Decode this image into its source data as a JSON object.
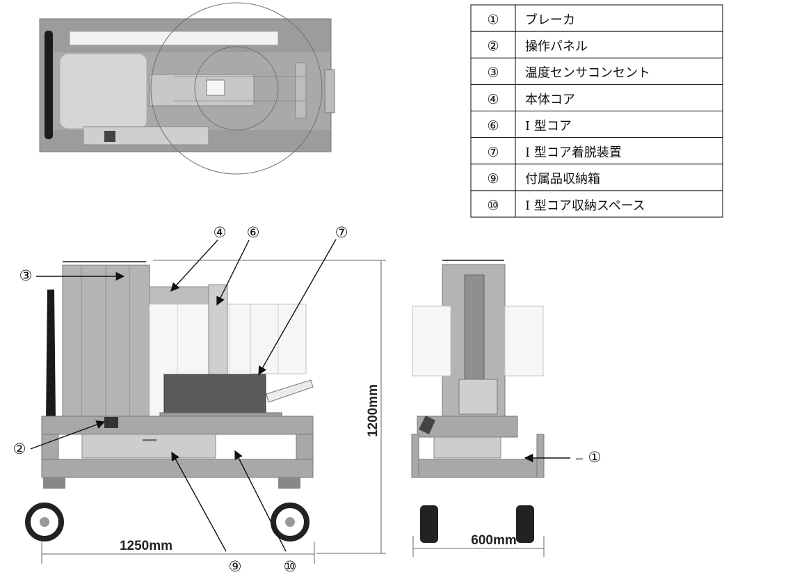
{
  "legend": [
    {
      "num": "①",
      "label": "ブレーカ"
    },
    {
      "num": "②",
      "label": "操作パネル"
    },
    {
      "num": "③",
      "label": "温度センサコンセント"
    },
    {
      "num": "④",
      "label": "本体コア"
    },
    {
      "num": "⑥",
      "label": "I 型コア"
    },
    {
      "num": "⑦",
      "label": "I 型コア着脱装置"
    },
    {
      "num": "⑨",
      "label": "付属品収納箱"
    },
    {
      "num": "⑩",
      "label": "I 型コア収納スペース"
    }
  ],
  "callouts": {
    "c1": "①",
    "c2": "②",
    "c3": "③",
    "c4": "④",
    "c6": "⑥",
    "c7": "⑦",
    "c9": "⑨",
    "c10": "⑩"
  },
  "dimensions": {
    "height": "1200mm",
    "length": "1250mm",
    "width": "600mm"
  }
}
